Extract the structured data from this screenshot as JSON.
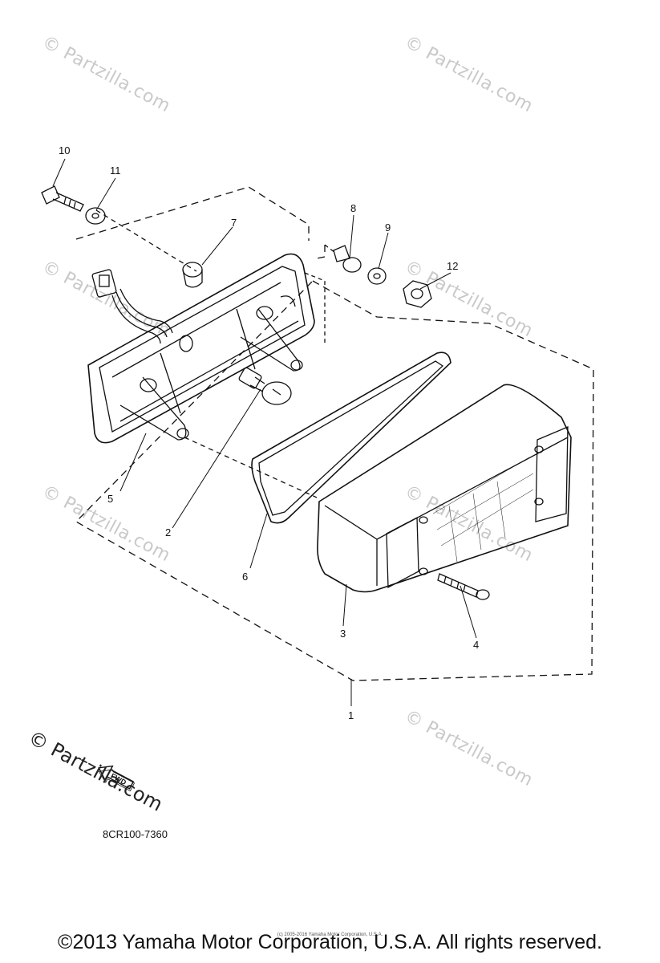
{
  "callouts": {
    "c1": "1",
    "c2": "2",
    "c3": "3",
    "c4": "4",
    "c5": "5",
    "c6": "6",
    "c7": "7",
    "c8": "8",
    "c9": "9",
    "c10": "10",
    "c11": "11",
    "c12": "12"
  },
  "fwd_label": "FWD",
  "part_code": "8CR100-7360",
  "watermark_text": "© Partzilla.com",
  "brand_text": "© Partzilla.com",
  "copyright": "©2013 Yamaha Motor Corporation, U.S.A. All rights reserved.",
  "small_print": "(c) 2005-2016 Yamaha Motor Corporation, U.S.A.",
  "colors": {
    "line": "#111111",
    "watermark": "#c9c9c9"
  }
}
